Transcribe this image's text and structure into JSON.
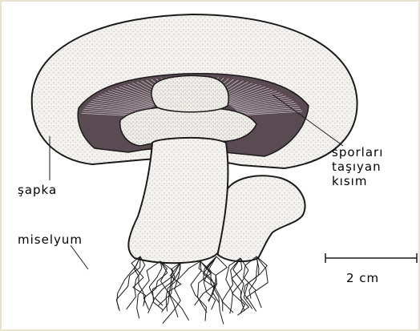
{
  "labels": {
    "cap": "şapka",
    "spore_line1": "sporları",
    "spore_line2": "taşıyan",
    "spore_line3": "kısım",
    "mycelium": "miselyum",
    "scale": "2 cm"
  },
  "colors": {
    "ink": "#1a1a1a",
    "flesh": "#f4f2ee",
    "gill": "#5a4a52",
    "border": "#e8e2cf"
  }
}
